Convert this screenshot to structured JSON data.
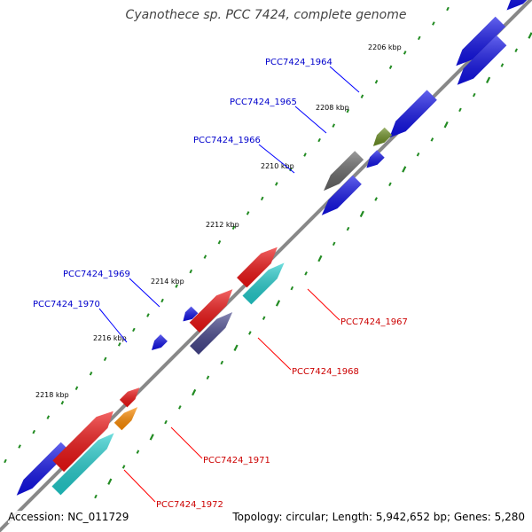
{
  "title": "Cyanothece sp. PCC 7424, complete genome",
  "accession": "Accession: NC_011729",
  "summary": "Topology: circular; Length: 5,942,652 bp; Genes: 5,280",
  "colors": {
    "blue": "#1010e6",
    "red": "#ee1111",
    "cyan": "#22cccc",
    "olive": "#6b8e23",
    "gray": "#666666",
    "navy": "#44448a",
    "orange": "#ff8c00",
    "green_tick": "#228b22",
    "backbone": "#888888",
    "label_blue": "#0000cc",
    "label_red": "#cc0000"
  },
  "ticks": [
    "2206 kbp",
    "2208 kbp",
    "2210 kbp",
    "2212 kbp",
    "2214 kbp",
    "2216 kbp",
    "2218 kbp"
  ],
  "genes": [
    {
      "label": "PCC7424_1964",
      "strand": "forward",
      "color": "blue"
    },
    {
      "label": "PCC7424_1965",
      "strand": "forward",
      "color": "olive"
    },
    {
      "label": "PCC7424_1966",
      "strand": "forward",
      "color": "gray"
    },
    {
      "label": "PCC7424_1967",
      "strand": "reverse",
      "color": "red"
    },
    {
      "label": "PCC7424_1968",
      "strand": "reverse",
      "color": "navy"
    },
    {
      "label": "PCC7424_1969",
      "strand": "forward",
      "color": "blue"
    },
    {
      "label": "PCC7424_1970",
      "strand": "forward",
      "color": "blue"
    },
    {
      "label": "PCC7424_1971",
      "strand": "reverse",
      "color": "orange"
    },
    {
      "label": "PCC7424_1972",
      "strand": "reverse",
      "color": "red"
    }
  ]
}
